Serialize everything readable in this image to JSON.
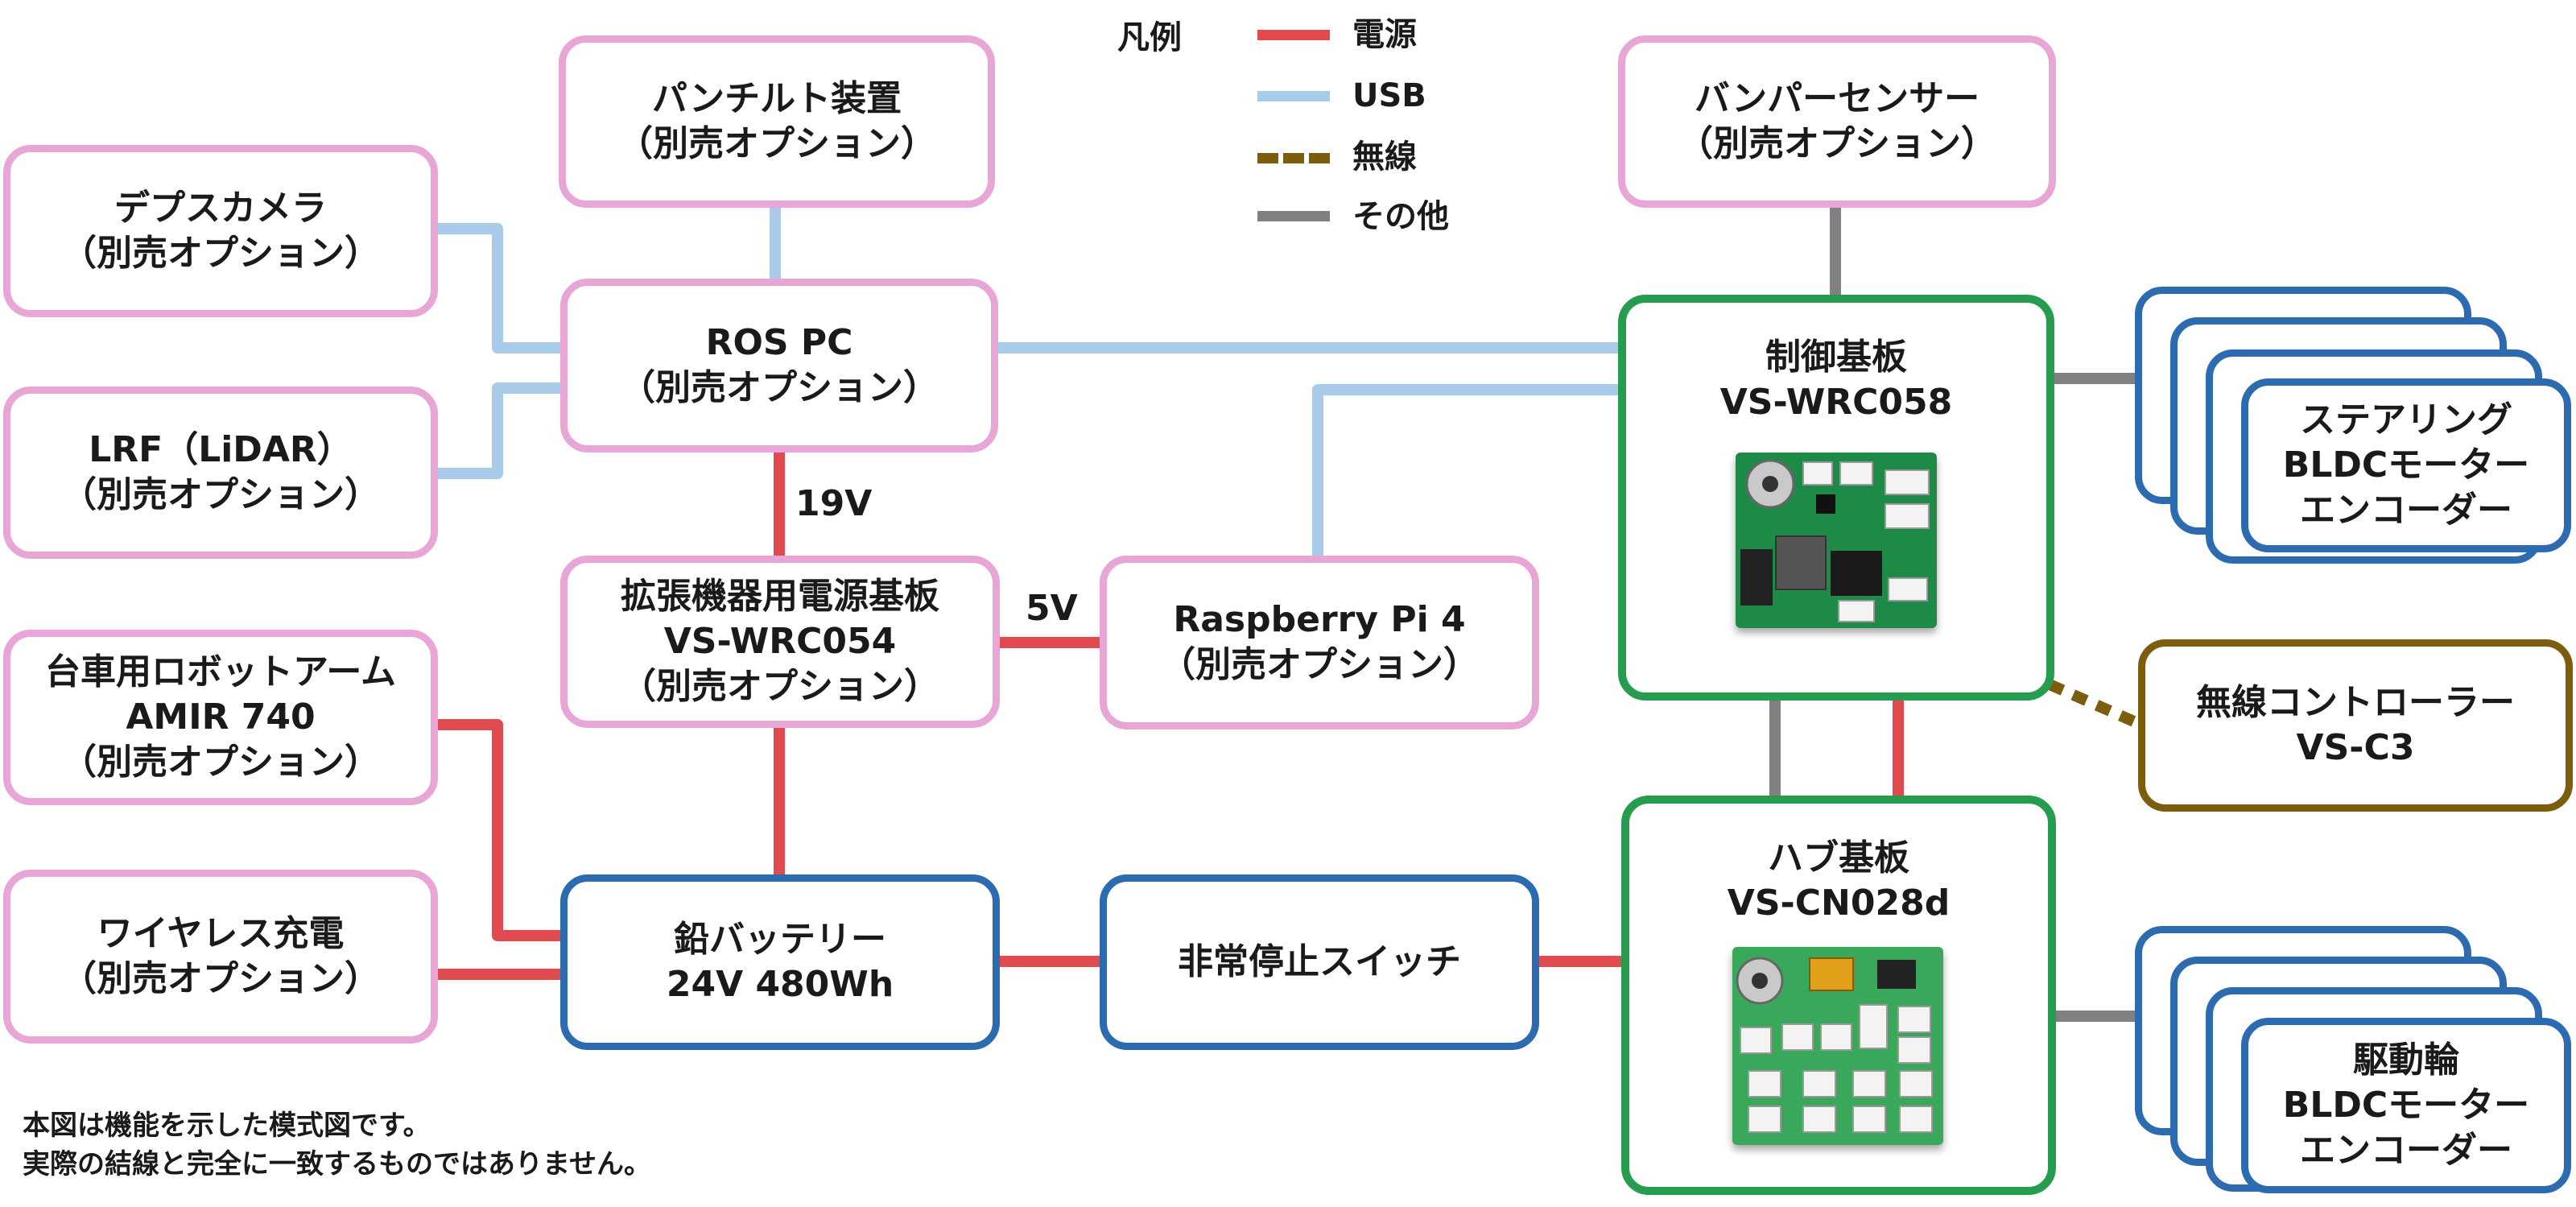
{
  "legend": {
    "title": "凡例",
    "items": [
      {
        "label": "電源",
        "color": "#e14b4f",
        "style": "solid"
      },
      {
        "label": "USB",
        "color": "#a7cbe8",
        "style": "solid"
      },
      {
        "label": "無線",
        "color": "#7c5c0d",
        "style": "dotted"
      },
      {
        "label": "その他",
        "color": "#808080",
        "style": "solid"
      }
    ]
  },
  "boxes": {
    "pantilt": {
      "line1": "パンチルト装置",
      "line2": "（別売オプション）"
    },
    "depth": {
      "line1": "デプスカメラ",
      "line2": "（別売オプション）"
    },
    "rospc": {
      "line1": "ROS PC",
      "line2": "（別売オプション）"
    },
    "lrf": {
      "line1": "LRF（LiDAR）",
      "line2": "（別売オプション）"
    },
    "power": {
      "line1": "拡張機器用電源基板",
      "line2": "VS-WRC054",
      "line3": "（別売オプション）"
    },
    "raspi": {
      "line1": "Raspberry Pi 4",
      "line2": "（別売オプション）"
    },
    "arm": {
      "line1": "台車用ロボットアーム",
      "line2": "AMIR 740",
      "line3": "（別売オプション）"
    },
    "wireless_charge": {
      "line1": "ワイヤレス充電",
      "line2": "（別売オプション）"
    },
    "battery": {
      "line1": "鉛バッテリー",
      "line2": "24V 480Wh"
    },
    "estop": {
      "line1": "非常停止スイッチ"
    },
    "bumper": {
      "line1": "バンパーセンサー",
      "line2": "（別売オプション）"
    },
    "control": {
      "line1": "制御基板",
      "line2": "VS-WRC058"
    },
    "hub": {
      "line1": "ハブ基板",
      "line2": "VS-CN028d"
    },
    "controller": {
      "line1": "無線コントローラー",
      "line2": "VS-C3"
    },
    "steering": {
      "line1": "ステアリング",
      "line2": "BLDCモーター",
      "line3": "エンコーダー"
    },
    "drive": {
      "line1": "駆動輪",
      "line2": "BLDCモーター",
      "line3": "エンコーダー"
    }
  },
  "labels": {
    "v19": "19V",
    "v5": "5V"
  },
  "note": {
    "line1": "本図は機能を示した模式図です。",
    "line2": "実際の結線と完全に一致するものではありません。"
  }
}
